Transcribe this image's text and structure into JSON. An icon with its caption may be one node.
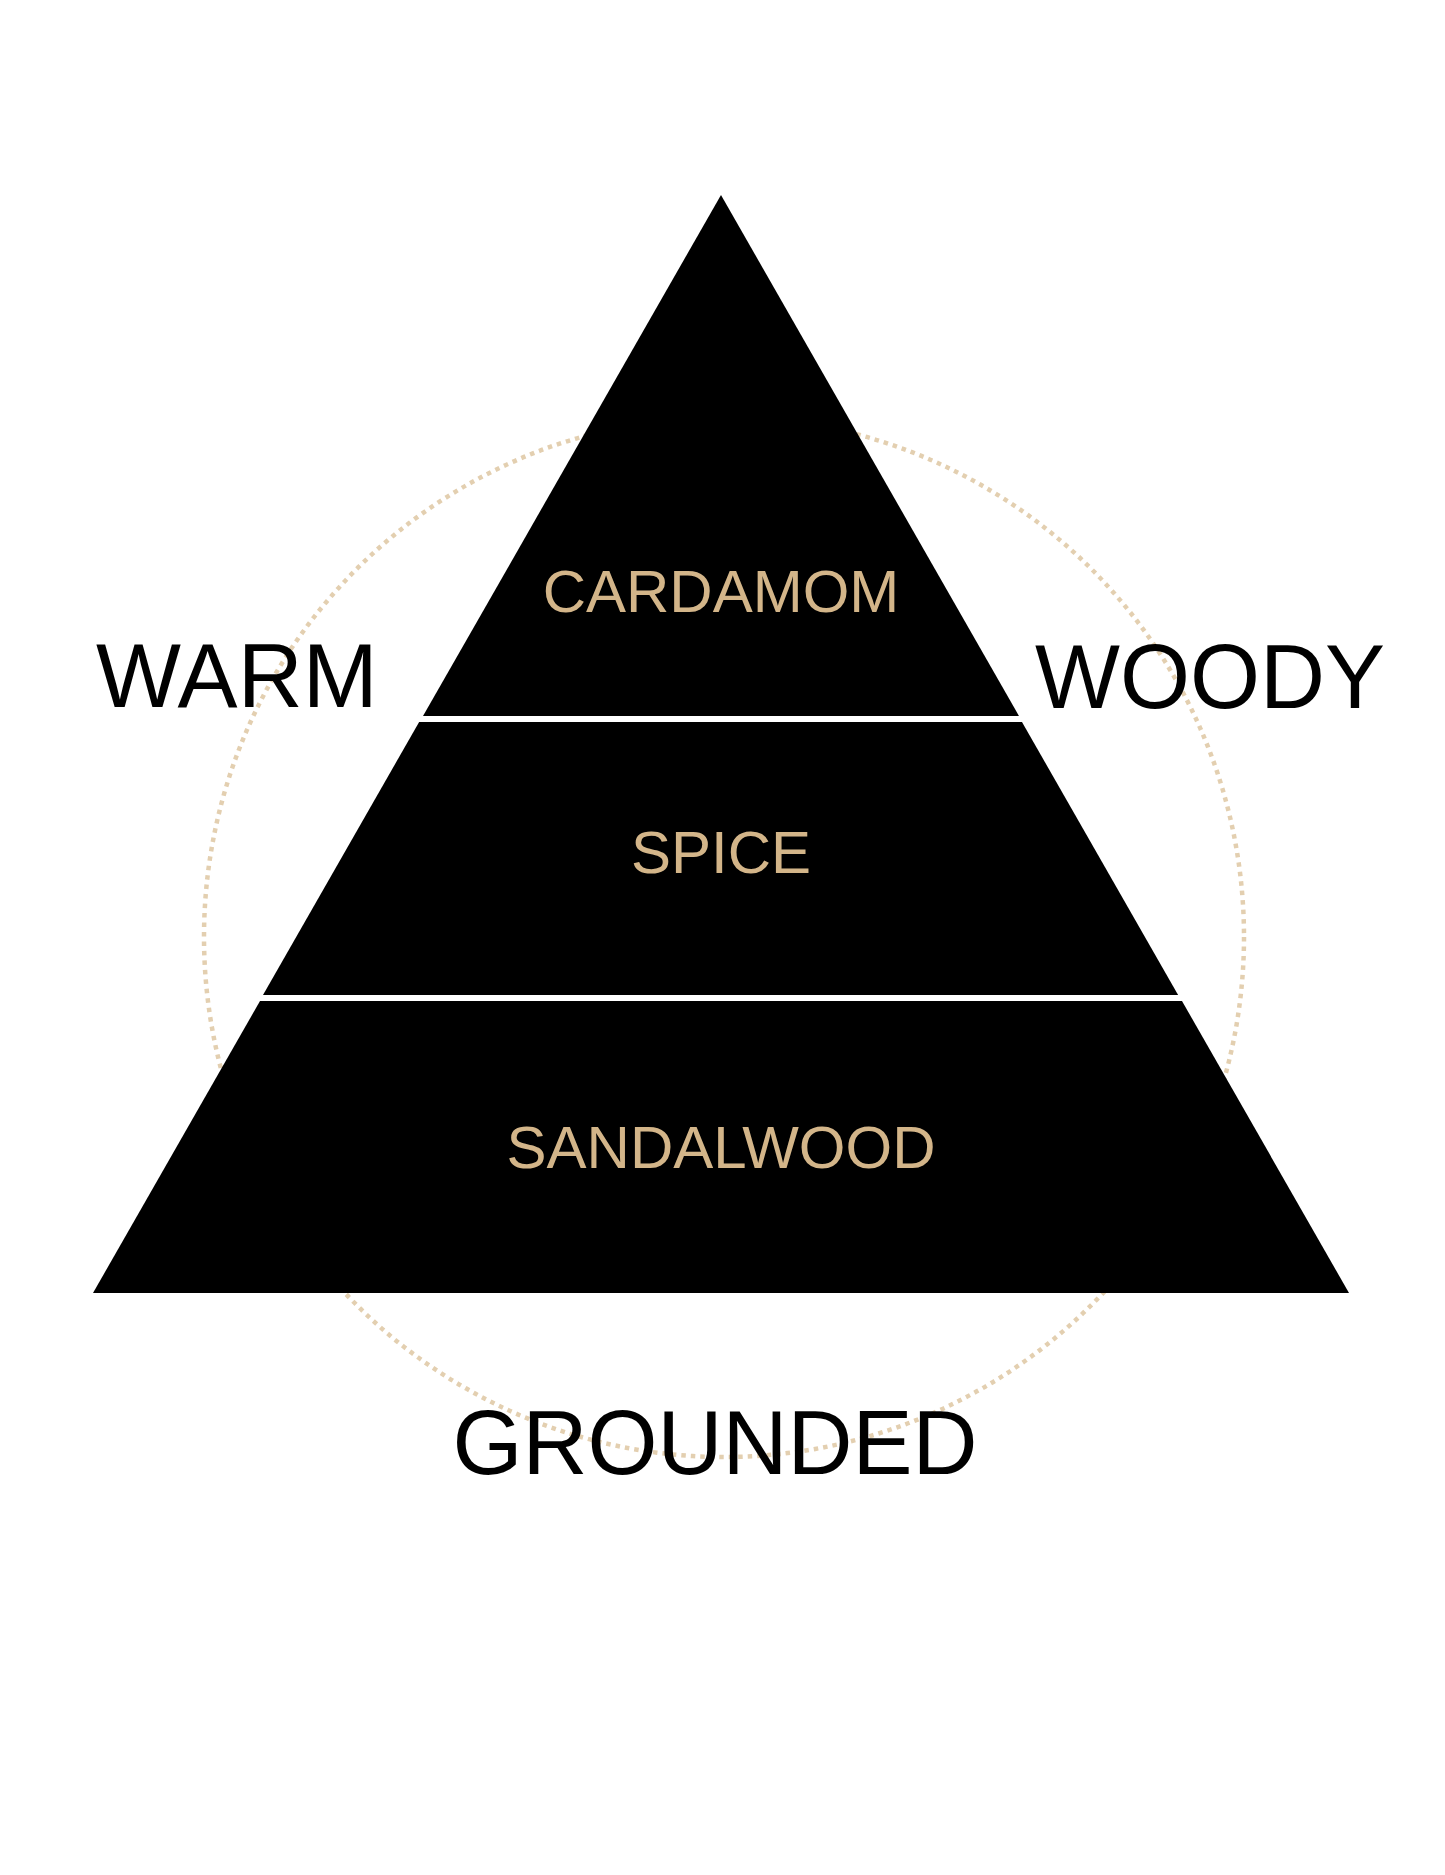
{
  "diagram": {
    "nodes": [
      {
        "text": [
          "CARDAMOM"
        ]
      },
      {
        "text": [
          "SPICE"
        ]
      },
      {
        "text": [
          "SANDALWOOD"
        ]
      }
    ],
    "labels": [
      "WARM",
      "WOODY",
      "GROUNDED"
    ]
  }
}
